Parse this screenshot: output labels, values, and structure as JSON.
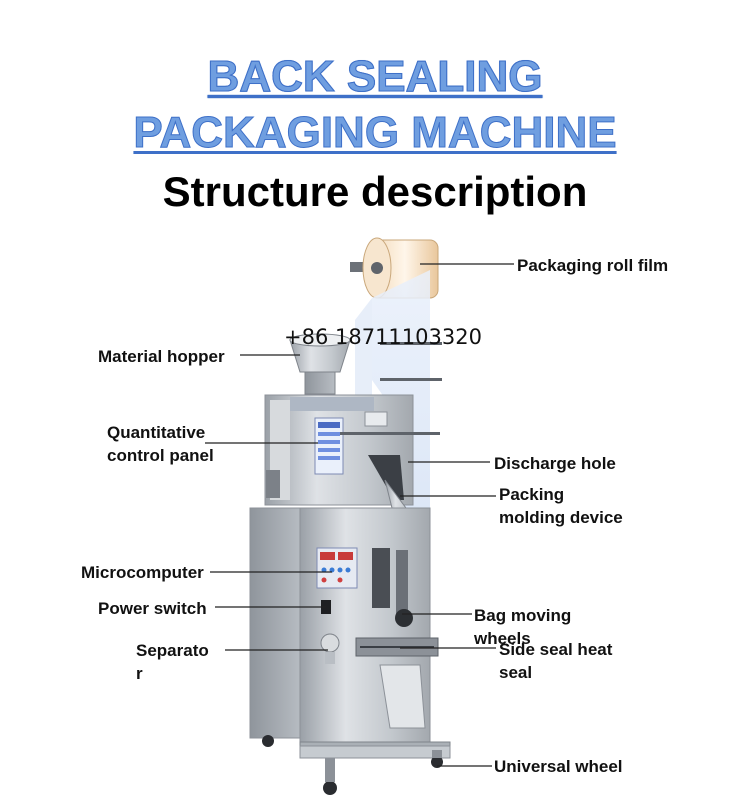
{
  "title": {
    "line1": "BACK SEALING",
    "line2": "PACKAGING MACHINE",
    "line3": "Structure description"
  },
  "watermark_phone": "+86 18711103320",
  "labels": {
    "packaging_roll_film": "Packaging roll film",
    "material_hopper": "Material hopper",
    "quantitative_control_panel_1": "Quantitative",
    "quantitative_control_panel_2": "control panel",
    "discharge_hole": "Discharge hole",
    "packing_molding_device_1": "Packing",
    "packing_molding_device_2": "molding device",
    "microcomputer": "Microcomputer",
    "power_switch": "Power switch",
    "bag_moving_wheels_1": "Bag moving",
    "bag_moving_wheels_2": "wheels",
    "separator_1": "Separato",
    "separator_2": "r",
    "side_seal_heat_seal_1": "Side seal heat",
    "side_seal_heat_seal_2": "seal",
    "universal_wheel": "Universal wheel"
  },
  "colors": {
    "title_blue": "#6f9ee0",
    "steel": "#c9cdd2",
    "film": "#e6eefb"
  }
}
